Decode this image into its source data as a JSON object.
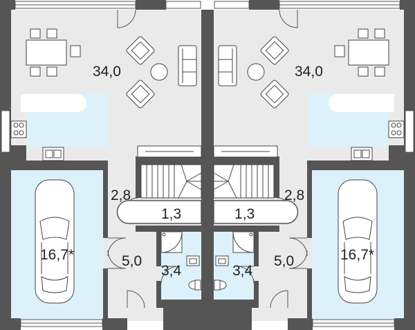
{
  "colors": {
    "wall": "#555555",
    "floor": "#eaeaea",
    "wet_floor": "#ddf1fa",
    "furniture_stroke": "#444444",
    "background": "#ffffff"
  },
  "rooms": {
    "left_living": "34,0",
    "right_living": "34,0",
    "left_garage": "16,7*",
    "right_garage": "16,7*",
    "left_hall": "2,8",
    "right_hall": "2,8",
    "left_closet": "1,3",
    "right_closet": "1,3",
    "left_entry": "5,0",
    "right_entry": "5,0",
    "left_bath": "3,4",
    "right_bath": "3,4"
  }
}
